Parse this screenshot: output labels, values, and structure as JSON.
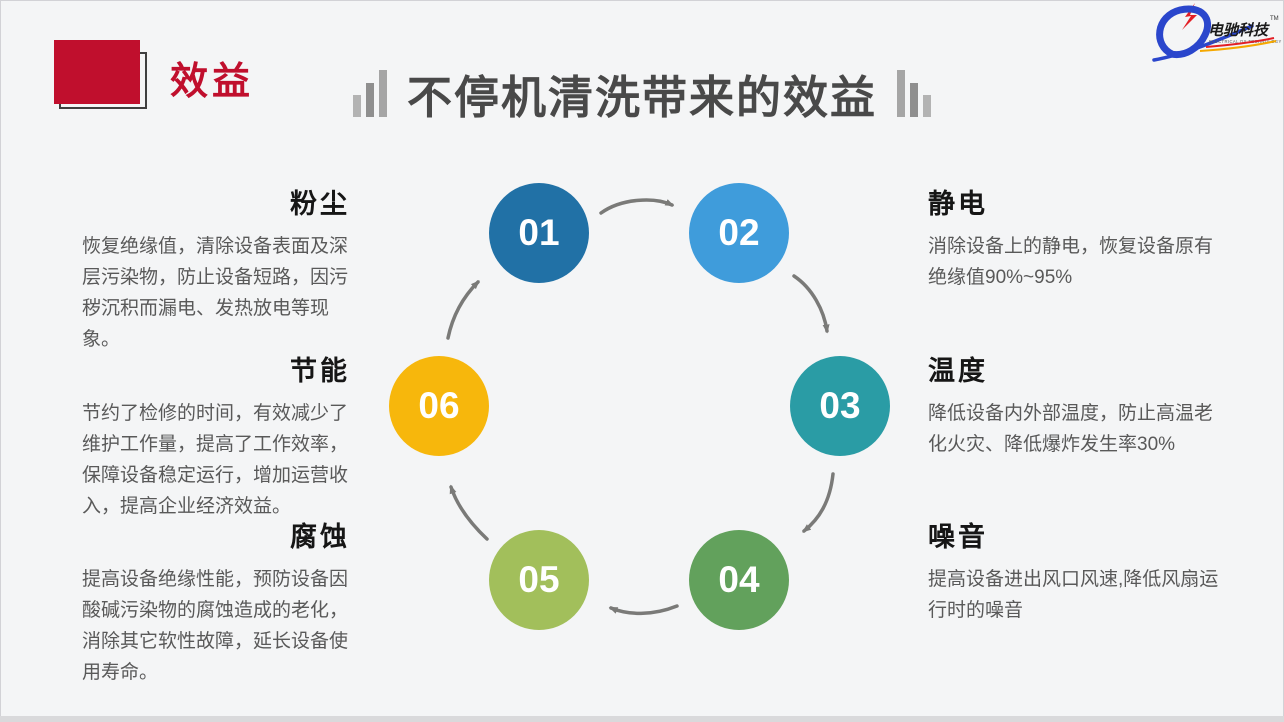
{
  "header": {
    "corner_label": "效益",
    "title": "不停机清洗带来的效益",
    "accent_color": "#c00f2d",
    "title_color": "#494949"
  },
  "logo": {
    "brand": "电驰科技",
    "tagline": "ELECTRICAL DX TECHNOLOGY",
    "tm": "TM",
    "blue": "#2a46cc",
    "bolt_red": "#e31e24",
    "swoosh_yellow": "#f5a800"
  },
  "diagram": {
    "arrow_color": "#7a7a78",
    "circles": [
      {
        "number": "01",
        "color": "#2171a6"
      },
      {
        "number": "02",
        "color": "#3f9cdb"
      },
      {
        "number": "03",
        "color": "#2a9ca5"
      },
      {
        "number": "04",
        "color": "#62a15c"
      },
      {
        "number": "05",
        "color": "#a2bf5b"
      },
      {
        "number": "06",
        "color": "#f7b70c"
      }
    ]
  },
  "benefits": {
    "left": [
      {
        "title": "粉尘",
        "body": "恢复绝缘值，清除设备表面及深层污染物，防止设备短路，因污秽沉积而漏电、发热放电等现象。"
      },
      {
        "title": "节能",
        "body": "节约了检修的时间，有效减少了维护工作量，提高了工作效率，保障设备稳定运行，增加运营收入，提高企业经济效益。"
      },
      {
        "title": "腐蚀",
        "body": "提高设备绝缘性能，预防设备因酸碱污染物的腐蚀造成的老化，消除其它软性故障，延长设备使用寿命。"
      }
    ],
    "right": [
      {
        "title": "静电",
        "body": "消除设备上的静电，恢复设备原有绝缘值90%~95%"
      },
      {
        "title": "温度",
        "body": "降低设备内外部温度，防止高温老化火灾、降低爆炸发生率30%"
      },
      {
        "title": "噪音",
        "body": "提高设备进出风口风速,降低风扇运行时的噪音"
      }
    ]
  },
  "icons": {
    "title_bars": "level-bars",
    "cycle_arrows": "curved-arrow",
    "logo_bolt": "lightning-bolt"
  }
}
